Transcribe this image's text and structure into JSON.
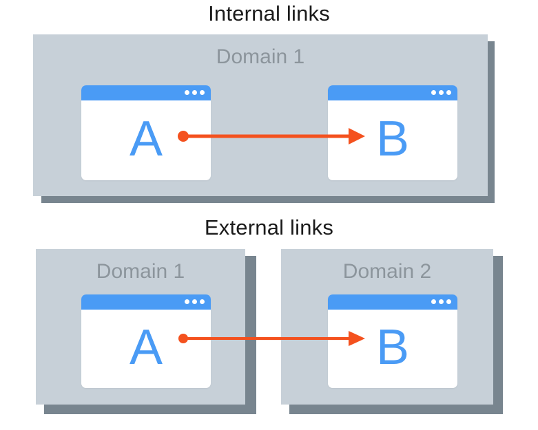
{
  "diagram": {
    "accent_blue": "#4a9bf5",
    "arrow_orange": "#f4511e",
    "domain_fill": "#c7d0d8",
    "domain_shadow": "#78858f",
    "label_gray": "#8c959c",
    "title_color": "#1b1b1b"
  },
  "sections": [
    {
      "title": "Internal links",
      "domains": [
        {
          "label": "Domain 1"
        }
      ],
      "pages": [
        {
          "letter": "A"
        },
        {
          "letter": "B"
        }
      ],
      "arrow": {
        "from": "A",
        "to": "B",
        "style": "dot-to-arrowhead"
      }
    },
    {
      "title": "External links",
      "domains": [
        {
          "label": "Domain 1"
        },
        {
          "label": "Domain 2"
        }
      ],
      "pages": [
        {
          "letter": "A"
        },
        {
          "letter": "B"
        }
      ],
      "arrow": {
        "from": "A",
        "to": "B",
        "style": "dot-to-arrowhead"
      }
    }
  ],
  "window_chrome": {
    "dot_count": 3,
    "dot_name": "window-control-dot"
  }
}
